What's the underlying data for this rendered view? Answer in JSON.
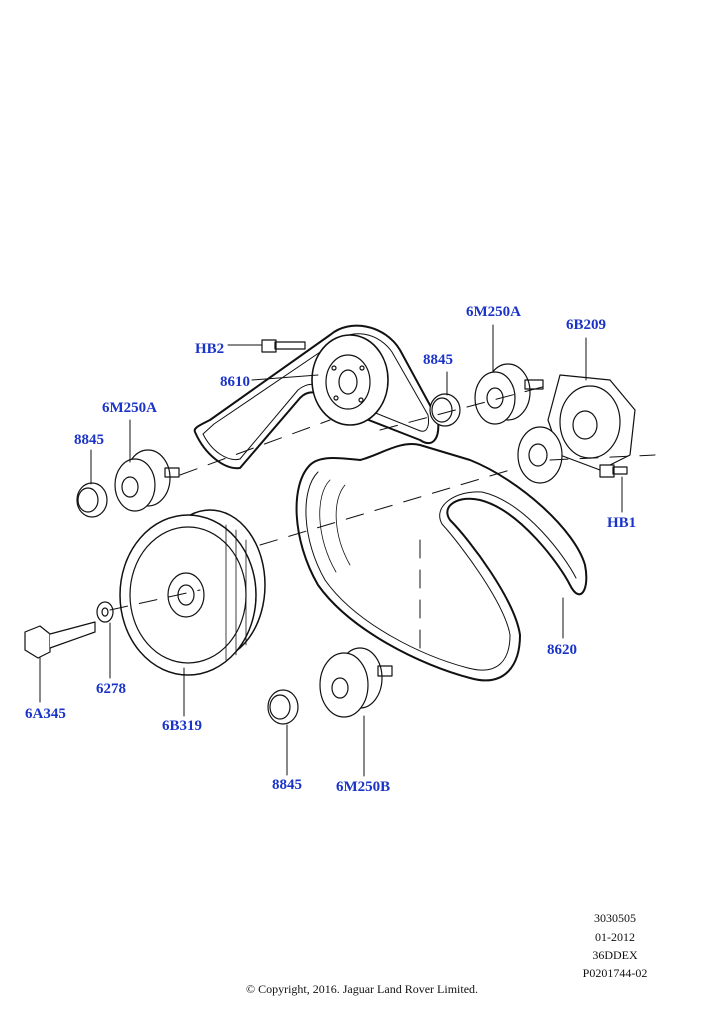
{
  "callouts": {
    "hb2": "HB2",
    "p8610": "8610",
    "p6m250a_top": "6M250A",
    "p6b209": "6B209",
    "p8845_top": "8845",
    "p6m250a_left": "6M250A",
    "p8845_left": "8845",
    "hb1": "HB1",
    "p8620": "8620",
    "p6a345": "6A345",
    "p6278": "6278",
    "p6b319": "6B319",
    "p8845_bottom": "8845",
    "p6m250b": "6M250B"
  },
  "meta": {
    "line1": "3030505",
    "line2": "01-2012",
    "line3": "36DDEX",
    "line4": "P0201744-02"
  },
  "copyright": "© Copyright, 2016. Jaguar Land Rover Limited.",
  "colors": {
    "callout": "#1a33c8",
    "line": "#111111"
  }
}
